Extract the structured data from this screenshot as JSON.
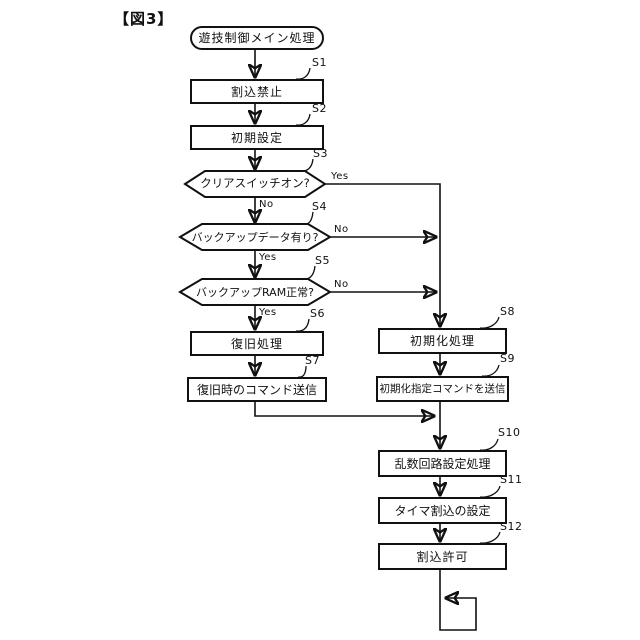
{
  "figure_label": "【図3】",
  "flowchart": {
    "start_label": "遊技制御メイン処理",
    "branch_labels": {
      "yes": "Yes",
      "no": "No"
    },
    "steps": [
      {
        "id": "S1",
        "label": "割込禁止",
        "type": "process"
      },
      {
        "id": "S2",
        "label": "初期設定",
        "type": "process"
      },
      {
        "id": "S3",
        "label": "クリアスイッチオン?",
        "type": "decision"
      },
      {
        "id": "S4",
        "label": "バックアップデータ有り?",
        "type": "decision"
      },
      {
        "id": "S5",
        "label": "バックアップRAM正常?",
        "type": "decision"
      },
      {
        "id": "S6",
        "label": "復旧処理",
        "type": "process"
      },
      {
        "id": "S7",
        "label": "復旧時のコマンド送信",
        "type": "process"
      },
      {
        "id": "S8",
        "label": "初期化処理",
        "type": "process"
      },
      {
        "id": "S9",
        "label": "初期化指定コマンドを送信",
        "type": "process"
      },
      {
        "id": "S10",
        "label": "乱数回路設定処理",
        "type": "process"
      },
      {
        "id": "S11",
        "label": "タイマ割込の設定",
        "type": "process"
      },
      {
        "id": "S12",
        "label": "割込許可",
        "type": "process"
      }
    ]
  }
}
